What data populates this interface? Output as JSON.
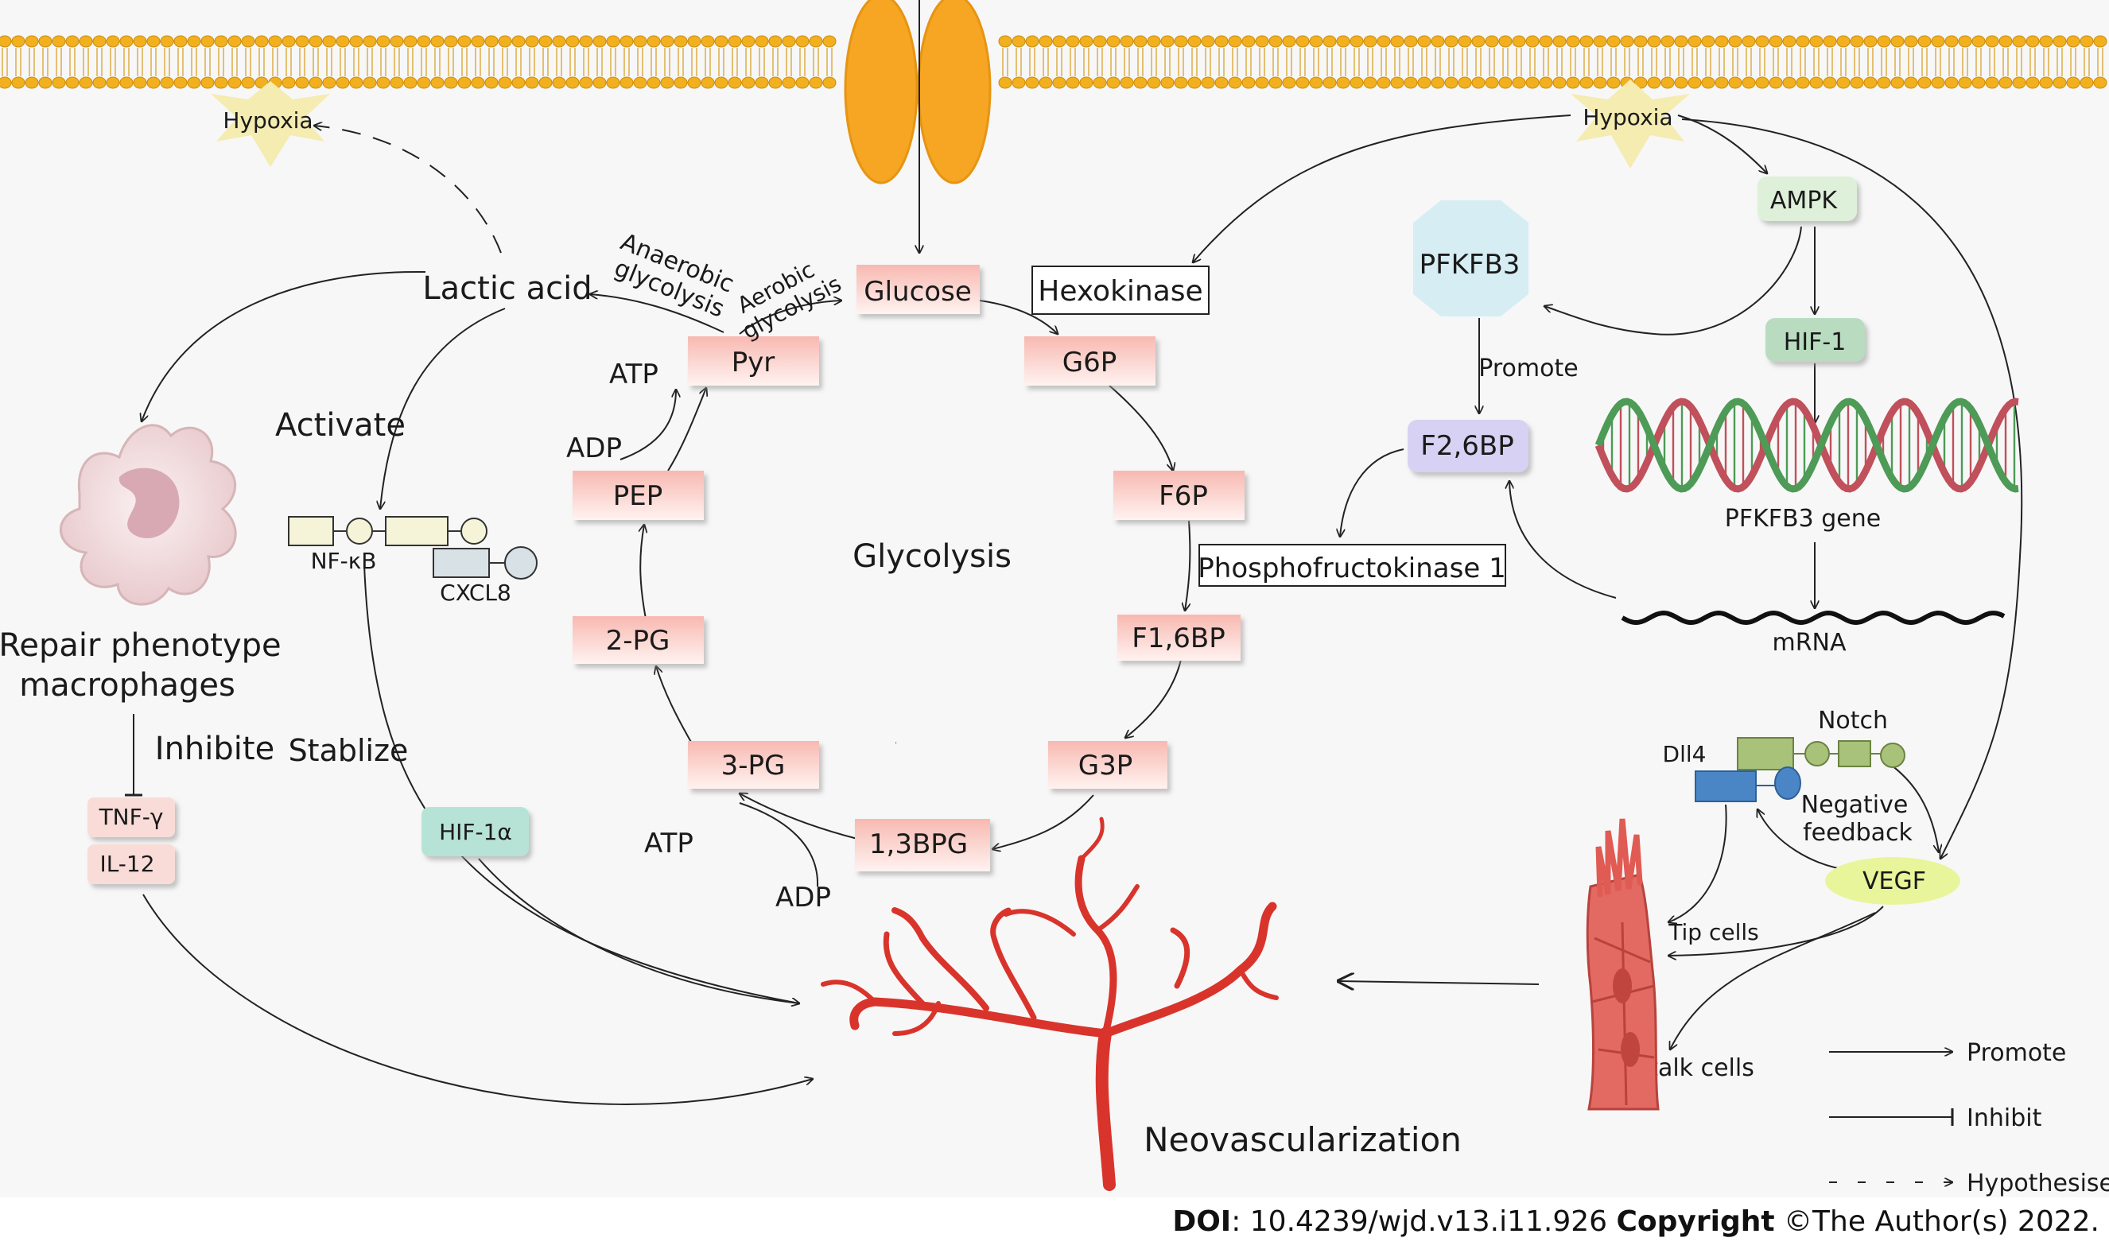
{
  "colors": {
    "background": "#f7f7f7",
    "membrane": "#f2b01f",
    "transporter": "#f6a623",
    "metabolite_box": "#fbd5cf",
    "hypoxia_star": "#f4ecb0",
    "ampk": "#dff0da",
    "hif1": "#b9dcc0",
    "pfkfb3": "#d6edf3",
    "f26bp": "#d7d2f3",
    "hif1a": "#b6e3d5",
    "cytokine": "#f9dcd8",
    "vegf": "#e9f59a",
    "vessel": "#d9342b",
    "dna_red": "#c0505b",
    "dna_green": "#4e9a57"
  },
  "labels": {
    "hypoxia_left": "Hypoxia",
    "hypoxia_right": "Hypoxia",
    "lactic_acid": "Lactic acid",
    "anaerobic": [
      "Anaerobic",
      "glycolysis"
    ],
    "aerobic": [
      "Aerobic",
      "glycolysis"
    ],
    "glucose": "Glucose",
    "hexokinase": "Hexokinase",
    "pyr": "Pyr",
    "g6p": "G6P",
    "f6p": "F6P",
    "f16bp": "F1,6BP",
    "g3p": "G3P",
    "bpg13": "1,3BPG",
    "pg3": "3-PG",
    "pg2": "2-PG",
    "pep": "PEP",
    "atp_top": "ATP",
    "adp_top": "ADP",
    "atp_bottom": "ATP",
    "adp_bottom": "ADP",
    "glycolysis": "Glycolysis",
    "activate": "Activate",
    "nfkb": "NF-κB",
    "cxcl8": "CXCL8",
    "repair": [
      "Repair phenotype",
      "macrophages"
    ],
    "inhibite": "Inhibite",
    "stablize": "Stablize",
    "tnf": "TNF-γ",
    "il12": "IL-12",
    "hif1a": "HIF-1α",
    "ampk": "AMPK",
    "pfkfb3": "PFKFB3",
    "hif1": "HIF-1",
    "promote_label": "Promote",
    "f26bp": "F2,6BP",
    "pfk1": "Phosphofructokinase 1",
    "pfkfb3_gene": "PFKFB3 gene",
    "mrna": "mRNA",
    "notch": "Notch",
    "dll4": "Dll4",
    "negative_feedback": [
      "Negative",
      "feedback"
    ],
    "vegf": "VEGF",
    "tip_cells": "Tip cells",
    "stalk_cells": "Stalk cells",
    "neovascularization": "Neovascularization"
  },
  "legend": {
    "promote": "Promote",
    "inhibit": "Inhibit",
    "hypothesise": "Hypothesise"
  },
  "footer": {
    "doi_label": "DOI",
    "doi_value": ": 10.4239/wjd.v13.i11.926",
    "copyright_label": "Copyright",
    "copyright_value": "©The Author(s) 2022."
  }
}
